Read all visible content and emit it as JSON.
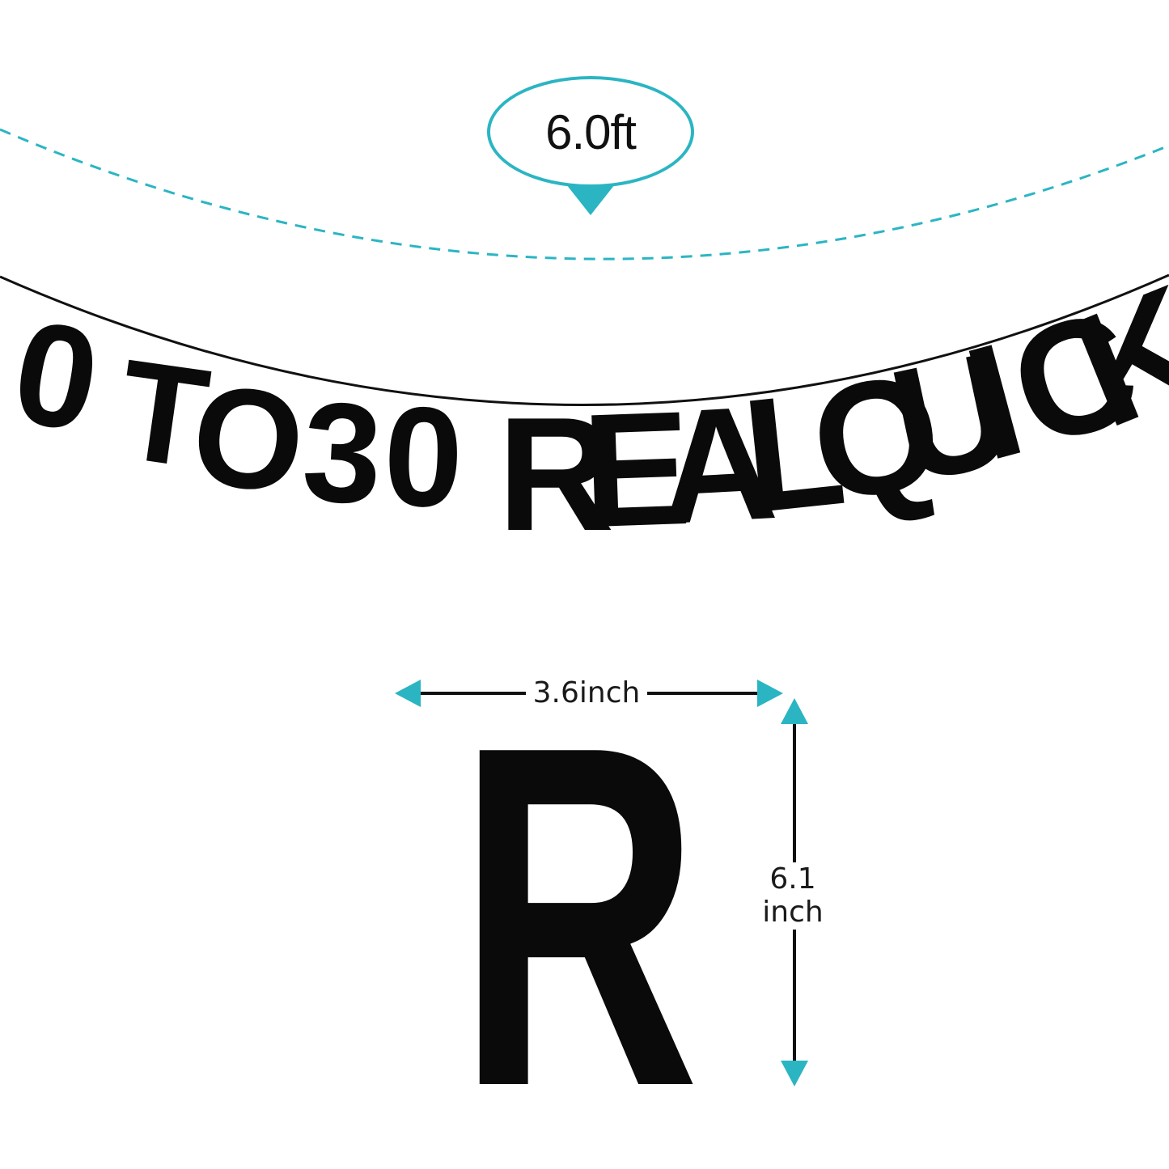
{
  "banner": {
    "length_label": "6.0ft",
    "letters": [
      "0",
      "T",
      "O",
      "3",
      "0",
      "R",
      "E",
      "A",
      "L",
      "Q",
      "U",
      "I",
      "C",
      "K"
    ],
    "color": "#0a0a0a"
  },
  "sample_letter": {
    "letter": "R",
    "width_label": "3.6inch",
    "height_label_line1": "6.1",
    "height_label_line2": "inch"
  },
  "colors": {
    "accent": "#2bb5c3",
    "text": "#111111"
  }
}
